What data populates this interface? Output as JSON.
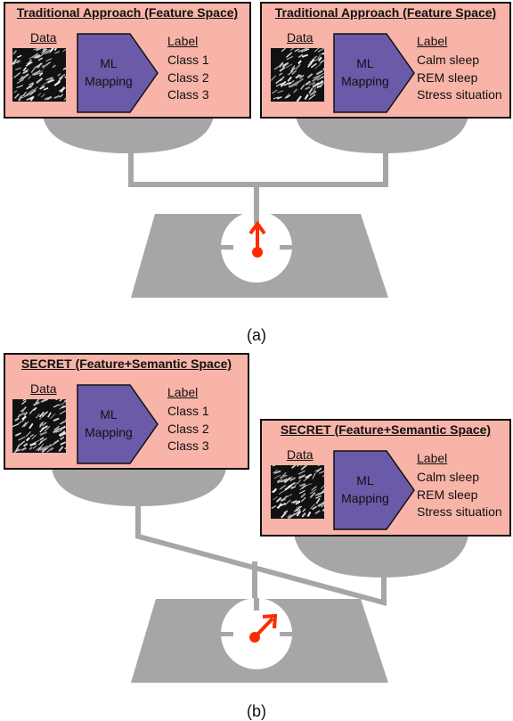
{
  "figure_a": {
    "caption": "(a)",
    "left_panel": {
      "title": "Traditional Approach (Feature Space)",
      "data_label": "Data",
      "ml_label_line1": "ML",
      "ml_label_line2": "Mapping",
      "label_heading": "Label",
      "classes": [
        "Class 1",
        "Class 2",
        "Class 3"
      ]
    },
    "right_panel": {
      "title": "Traditional Approach (Feature Space)",
      "data_label": "Data",
      "ml_label_line1": "ML",
      "ml_label_line2": "Mapping",
      "label_heading": "Label",
      "classes": [
        "Calm sleep",
        "REM sleep",
        "Stress situation"
      ]
    },
    "needle_state": "balanced"
  },
  "figure_b": {
    "caption": "(b)",
    "left_panel": {
      "title": "SECRET (Feature+Semantic Space)",
      "data_label": "Data",
      "ml_label_line1": "ML",
      "ml_label_line2": "Mapping",
      "label_heading": "Label",
      "classes": [
        "Class 1",
        "Class 2",
        "Class 3"
      ]
    },
    "right_panel": {
      "title": "SECRET (Feature+Semantic Space)",
      "data_label": "Data",
      "ml_label_line1": "ML",
      "ml_label_line2": "Mapping",
      "label_heading": "Label",
      "classes": [
        "Calm sleep",
        "REM sleep",
        "Stress situation"
      ]
    },
    "needle_state": "tilted-right"
  },
  "colors": {
    "panel_fill": "#f8b4a8",
    "ml_fill": "#6a5aa8",
    "scale_gray": "#a6a6a6",
    "needle_red": "#ff2a00"
  }
}
